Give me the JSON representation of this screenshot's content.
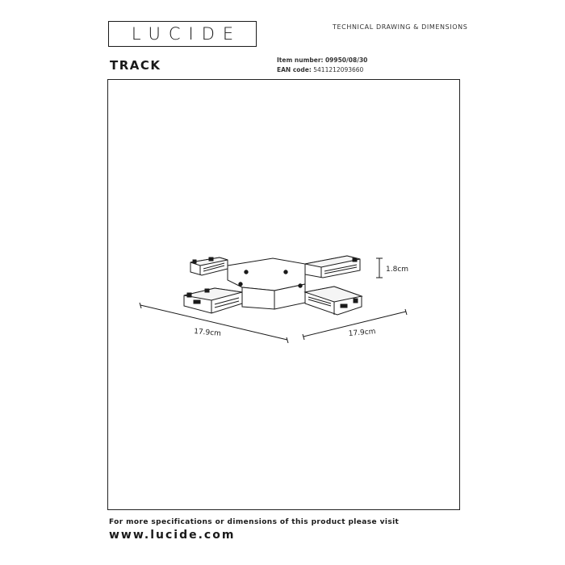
{
  "brand": {
    "logo": "LUCIDE"
  },
  "header": {
    "title": "TECHNICAL DRAWING & DIMENSIONS"
  },
  "product": {
    "name": "TRACK",
    "item_label": "Item number:",
    "item_number": "09950/08/30",
    "ean_label": "EAN code:",
    "ean_code": "5411212093660"
  },
  "dimensions": {
    "height": "1.8cm",
    "width_left": "17.9cm",
    "width_right": "17.9cm"
  },
  "footer": {
    "note": "For more specifications or dimensions of this product please visit",
    "url": "www.lucide.com"
  },
  "colors": {
    "line": "#1a1a1a",
    "background": "#ffffff"
  }
}
